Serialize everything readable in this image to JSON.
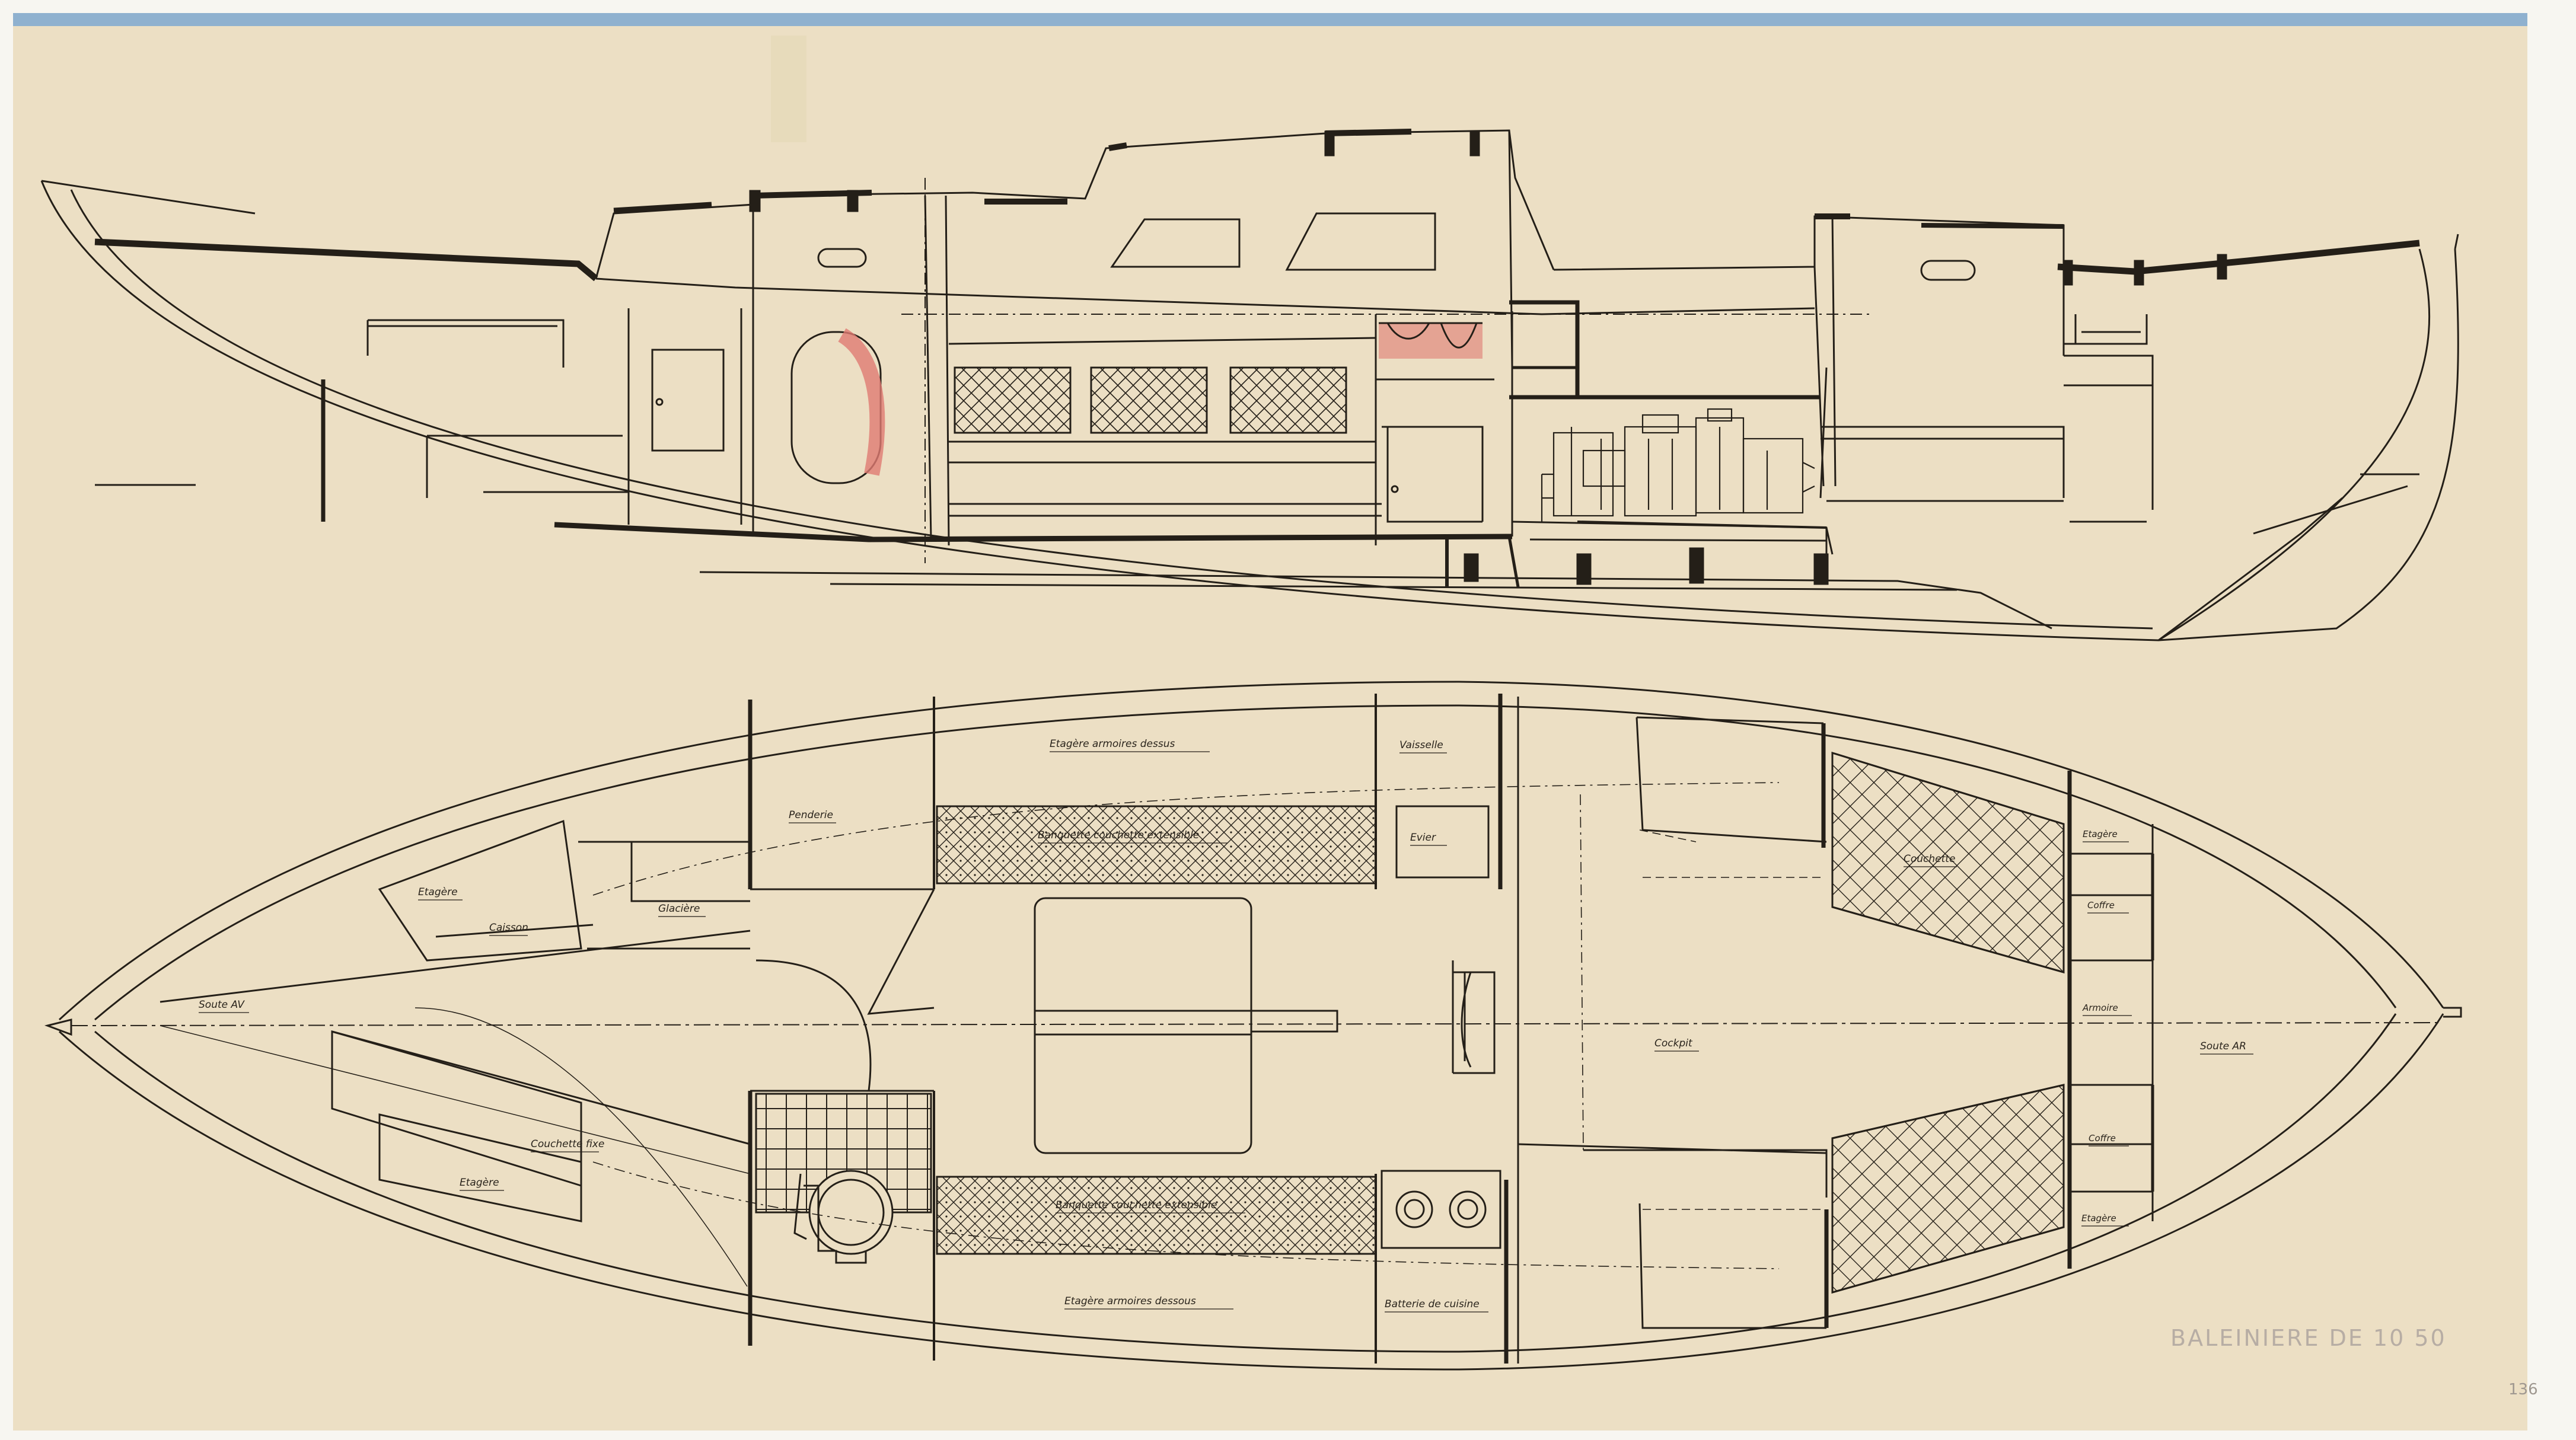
{
  "colors": {
    "paper": "#ecdfc4",
    "ink": "#241f18",
    "tape": "#8fb1cf",
    "tank_red": "#e07b73",
    "pencil": "#b7ada4"
  },
  "labels": {
    "etagere_top": "Etagère armoires dessus",
    "etagere_bottom": "Etagère armoires dessous",
    "vaisselle": "Vaisselle",
    "evier": "Evier",
    "penderie": "Penderie",
    "banquette_top": "Banquette couchette extensible",
    "banquette_bottom": "Banquette couchette extensible",
    "etagere_left_top": "Etagère",
    "caisson": "Caisson",
    "glaciere": "Glacière",
    "soute_av": "Soute AV",
    "couchette_fixe": "Couchette fixe",
    "etagere_left_bottom": "Etagère",
    "batterie_cuisine": "Batterie de cuisine",
    "cockpit": "Cockpit",
    "couchette": "Couchette",
    "etagere_r1": "Etagère",
    "coffre_r1": "Coffre",
    "armoire": "Armoire",
    "coffre_r2": "Coffre",
    "etagere_r2": "Etagère",
    "soute_ar": "Soute AR"
  },
  "title": "BALEINIERE DE 10 50",
  "sheet_number": "136"
}
